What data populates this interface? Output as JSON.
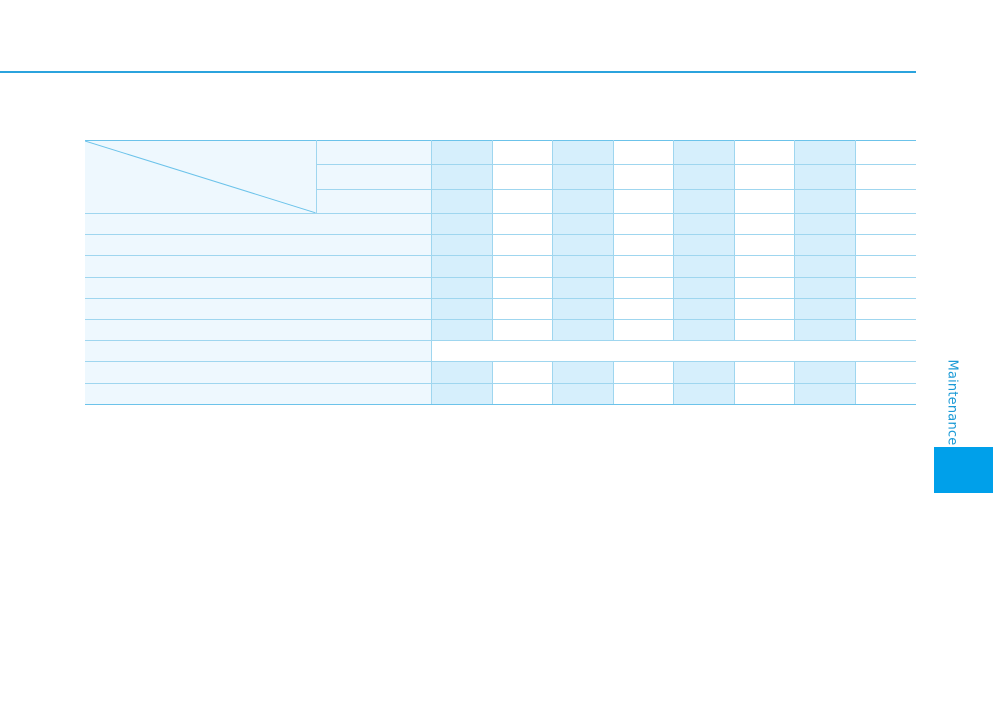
{
  "colors": {
    "accent": "#00a0ea",
    "rule": "#2ba3dd",
    "grid_line": "#9fd6ef",
    "label_fill": "#eef8fe",
    "shaded_column": "#d6effc"
  },
  "side_tab": {
    "label": "Maintenance"
  },
  "table": {
    "header_rows": 3,
    "body_rows": 9,
    "value_columns": 8,
    "shaded_columns": [
      0,
      2,
      4,
      6
    ],
    "merged_body_row_index": 6,
    "cells": [
      "",
      "",
      "",
      ""
    ]
  }
}
